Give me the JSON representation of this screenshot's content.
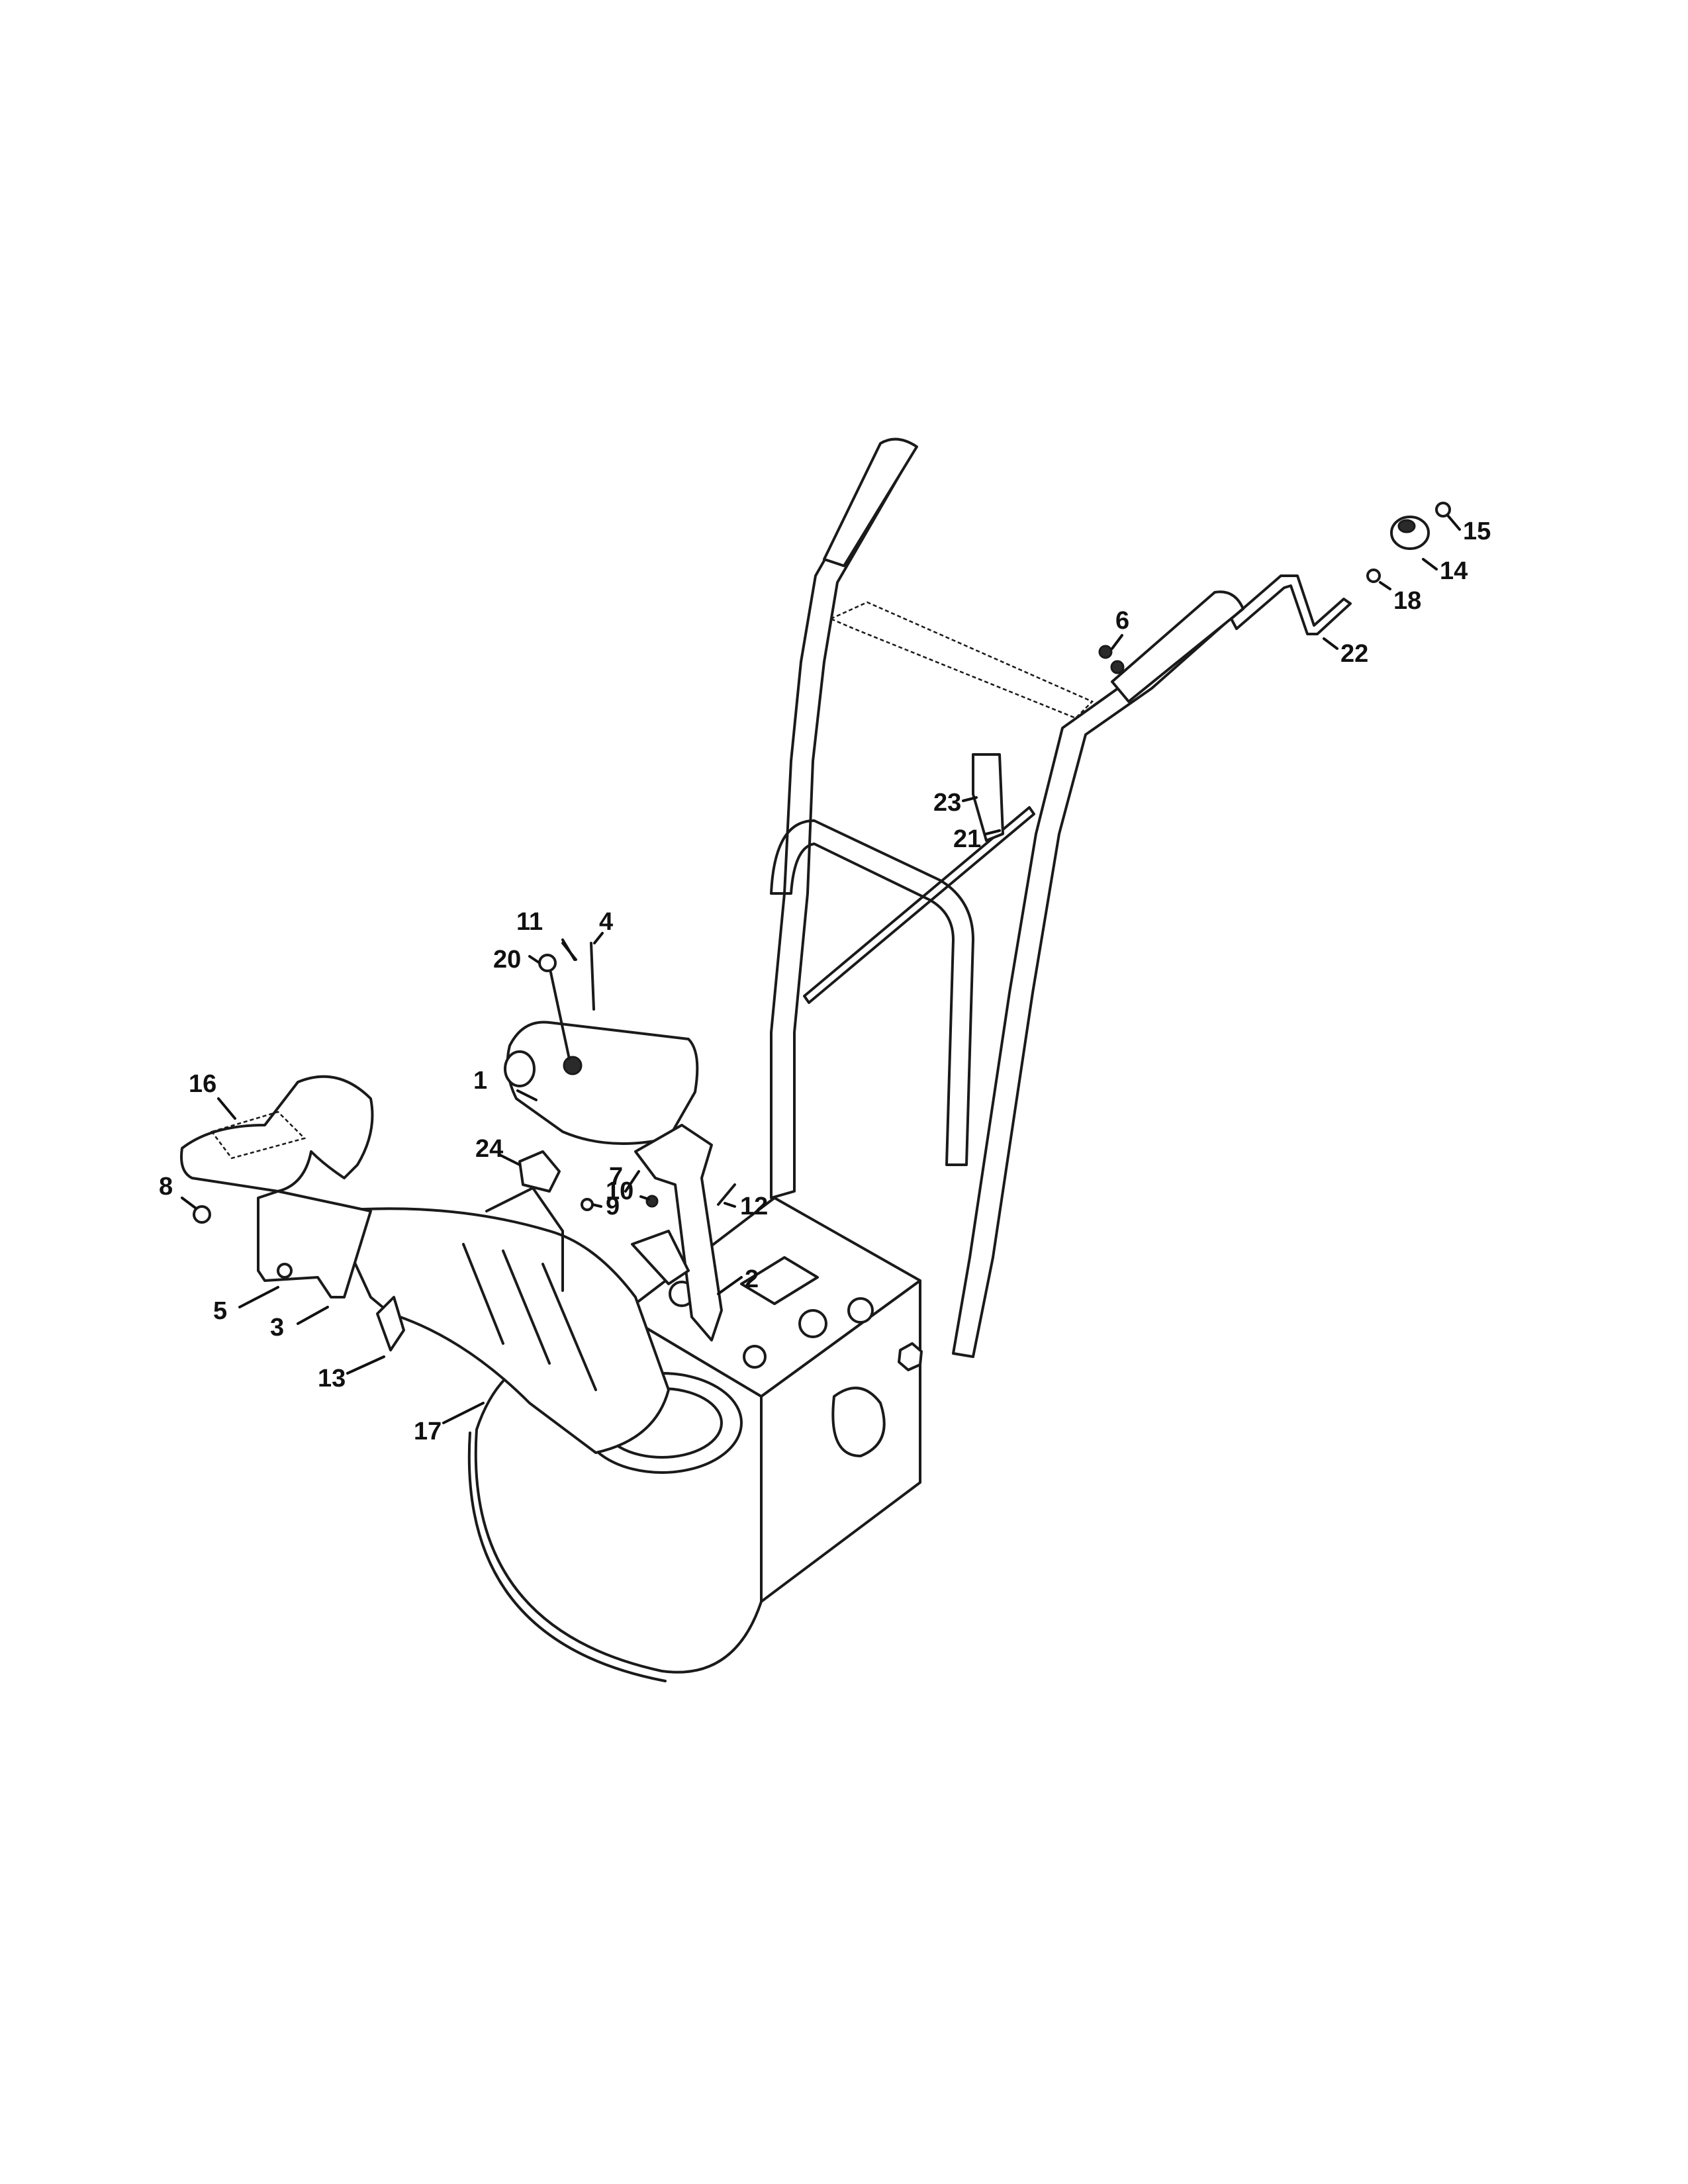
{
  "diagram": {
    "callouts": [
      {
        "id": "c1",
        "label": "1"
      },
      {
        "id": "c2",
        "label": "2"
      },
      {
        "id": "c3",
        "label": "3"
      },
      {
        "id": "c4",
        "label": "4"
      },
      {
        "id": "c5",
        "label": "5"
      },
      {
        "id": "c6",
        "label": "6"
      },
      {
        "id": "c7",
        "label": "7"
      },
      {
        "id": "c8",
        "label": "8"
      },
      {
        "id": "c9",
        "label": "9"
      },
      {
        "id": "c10",
        "label": "10"
      },
      {
        "id": "c11",
        "label": "11"
      },
      {
        "id": "c12",
        "label": "12"
      },
      {
        "id": "c13",
        "label": "13"
      },
      {
        "id": "c14",
        "label": "14"
      },
      {
        "id": "c15",
        "label": "15"
      },
      {
        "id": "c16",
        "label": "16"
      },
      {
        "id": "c17",
        "label": "17"
      },
      {
        "id": "c18",
        "label": "18"
      },
      {
        "id": "c20",
        "label": "20"
      },
      {
        "id": "c21",
        "label": "21"
      },
      {
        "id": "c22",
        "label": "22"
      },
      {
        "id": "c23",
        "label": "23"
      },
      {
        "id": "c24",
        "label": "24"
      }
    ]
  }
}
